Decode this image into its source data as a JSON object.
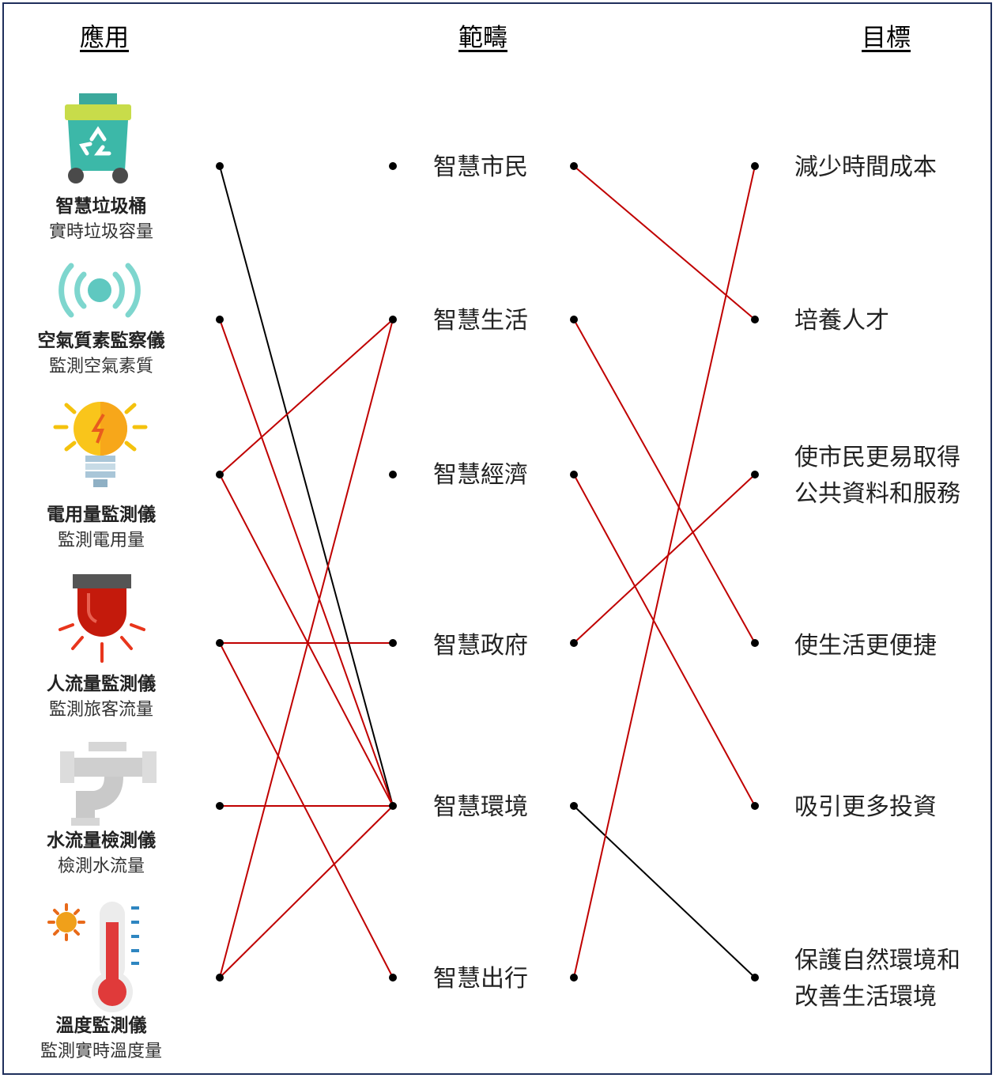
{
  "headers": {
    "apps": "應用",
    "categories": "範疇",
    "goals": "目標"
  },
  "apps": [
    {
      "name": "智慧垃圾桶",
      "desc": "實時垃圾容量",
      "icon": "recycle-bin-icon"
    },
    {
      "name": "空氣質素監察儀",
      "desc": "監測空氣素質",
      "icon": "air-sensor-icon"
    },
    {
      "name": "電用量監測儀",
      "desc": "監測電用量",
      "icon": "lightbulb-icon"
    },
    {
      "name": "人流量監測儀",
      "desc": "監測旅客流量",
      "icon": "alarm-light-icon"
    },
    {
      "name": "水流量檢測儀",
      "desc": "檢測水流量",
      "icon": "water-pipe-icon"
    },
    {
      "name": "溫度監測儀",
      "desc": "監測實時溫度量",
      "icon": "thermometer-icon"
    }
  ],
  "categories": [
    "智慧市民",
    "智慧生活",
    "智慧經濟",
    "智慧政府",
    "智慧環境",
    "智慧出行"
  ],
  "goals": [
    [
      "減少時間成本"
    ],
    [
      "培養人才"
    ],
    [
      "使市民更易取得",
      "公共資料和服務"
    ],
    [
      "使生活更便捷"
    ],
    [
      "吸引更多投資"
    ],
    [
      "保護自然環境和",
      "改善生活環境"
    ]
  ],
  "links": {
    "app_to_category": [
      [
        0,
        4,
        "black"
      ],
      [
        1,
        4,
        "red"
      ],
      [
        2,
        1,
        "red"
      ],
      [
        2,
        4,
        "red"
      ],
      [
        3,
        3,
        "red"
      ],
      [
        3,
        5,
        "red"
      ],
      [
        4,
        4,
        "red"
      ],
      [
        5,
        1,
        "red"
      ],
      [
        5,
        4,
        "red"
      ]
    ],
    "category_to_goal": [
      [
        0,
        1,
        "red"
      ],
      [
        1,
        3,
        "red"
      ],
      [
        2,
        4,
        "red"
      ],
      [
        3,
        2,
        "red"
      ],
      [
        4,
        5,
        "black"
      ],
      [
        5,
        0,
        "red"
      ]
    ]
  },
  "colors": {
    "red": "#c00000",
    "black": "#000000",
    "frame": "#1f2f5c"
  }
}
